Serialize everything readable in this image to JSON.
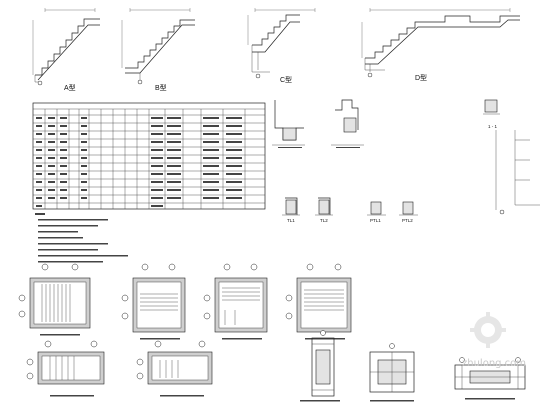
{
  "drawing": {
    "types": [
      {
        "id": "A",
        "label": "A型"
      },
      {
        "id": "B",
        "label": "B型"
      },
      {
        "id": "C",
        "label": "C型"
      },
      {
        "id": "D",
        "label": "D型"
      }
    ],
    "section_label": "1 - 1",
    "beam_callouts": [
      {
        "label": "TL1"
      },
      {
        "label": "TL2"
      },
      {
        "label": "PTL1"
      },
      {
        "label": "PTL2"
      }
    ]
  },
  "watermark": {
    "text": "zhulong.com",
    "color": "#c8c8c8"
  }
}
